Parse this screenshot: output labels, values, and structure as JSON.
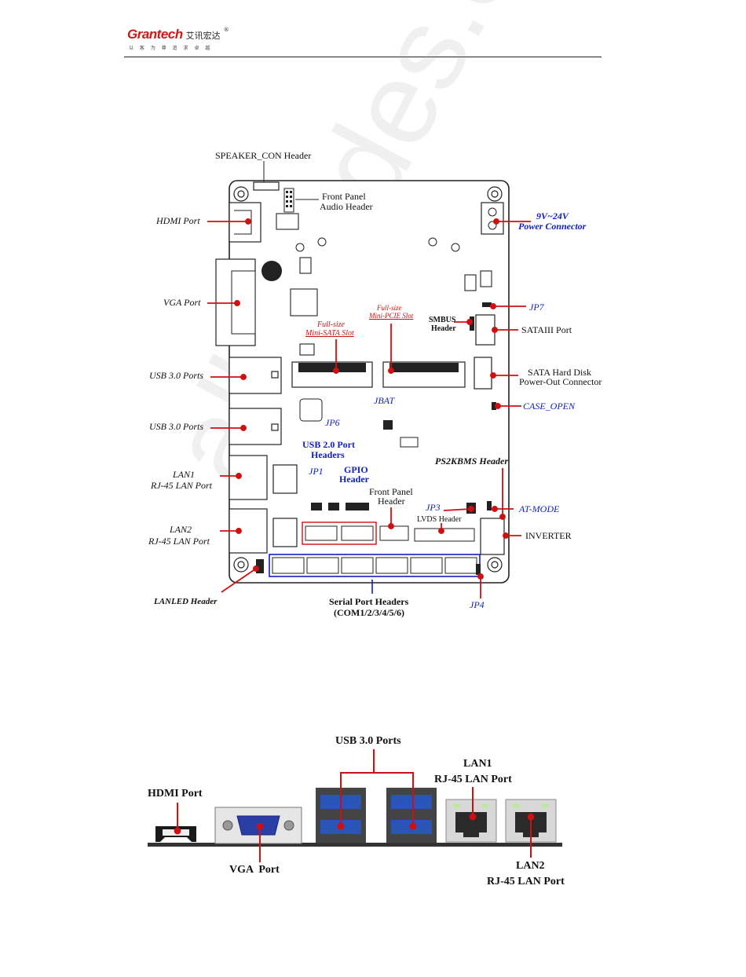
{
  "header": {
    "logo_word": "Grantech",
    "logo_cn": "艾讯宏达",
    "logo_mark": "®",
    "logo_sub": "以 客 为 尊   追 求 卓 越"
  },
  "watermark": "all-guides.com",
  "board": {
    "labels": {
      "speaker": "SPEAKER_CON Header",
      "front_audio_1": "Front Panel",
      "front_audio_2": "Audio Header",
      "power_1": "9V~24V",
      "power_2": "Power Connector",
      "hdmi": "HDMI Port",
      "vga": "VGA Port",
      "jp7": "JP7",
      "smbus_1": "SMBUS",
      "smbus_2": "Header",
      "sata3": "SATAIII Port",
      "mini_pcie_1": "Full-size",
      "mini_pcie_2": "Mini-PCIE Slot",
      "mini_sata_1": "Full-size",
      "mini_sata_2": "Mini-SATA Slot",
      "usb30_a": "USB 3.0 Ports",
      "usb30_b": "USB 3.0 Ports",
      "sata_power_1": "SATA Hard Disk",
      "sata_power_2": "Power-Out Connector",
      "jbat": "JBAT",
      "case_open": "CASE_OPEN",
      "jp6": "JP6",
      "usb20_1": "USB 2.0 Port",
      "usb20_2": "Headers",
      "lan1_1": "LAN1",
      "lan1_2": "RJ-45 LAN Port",
      "jp1": "JP1",
      "gpio_1": "GPIO",
      "gpio_2": "Header",
      "fp_1": "Front Panel",
      "fp_2": "Header",
      "ps2": "PS2KBMS Header",
      "jp3": "JP3",
      "at_mode": "AT-MODE",
      "lvds": "LVDS Header",
      "lan2_1": "LAN2",
      "lan2_2": "RJ-45 LAN Port",
      "inverter": "INVERTER",
      "lanled": "LANLED Header",
      "serial_1": "Serial Port Headers",
      "serial_2": "(COM1/2/3/4/5/6)",
      "jp4": "JP4"
    }
  },
  "io_panel": {
    "usb30": "USB 3.0 Ports",
    "hdmi": "HDMI Port",
    "lan1_1": "LAN1",
    "lan1_2": "RJ-45 LAN Port",
    "vga": "VGA  Port",
    "lan2_1": "LAN2",
    "lan2_2": "RJ-45 LAN Port"
  },
  "colors": {
    "callout_red": "#d01010",
    "callout_blue": "#1020c0",
    "usb_blue": "#2a55b8"
  }
}
